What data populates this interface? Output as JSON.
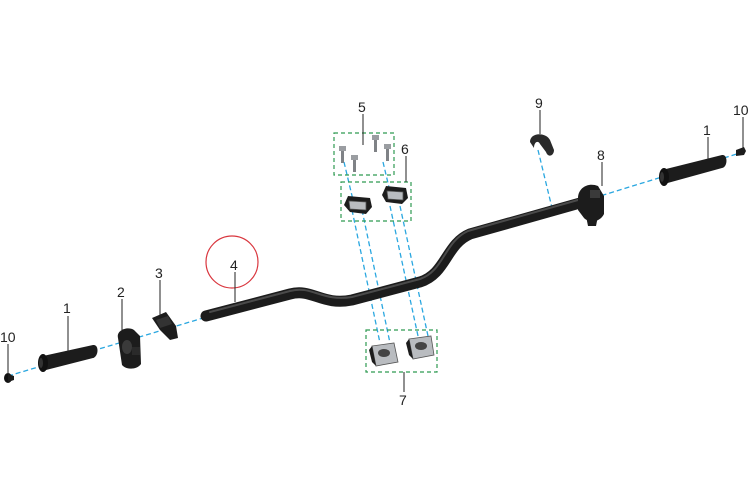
{
  "diagram": {
    "type": "exploded-parts-view",
    "callouts": {
      "c1_left": "1",
      "c1_right": "1",
      "c2": "2",
      "c3": "3",
      "c4": "4",
      "c5": "5",
      "c6": "6",
      "c7": "7",
      "c8": "8",
      "c9": "9",
      "c10_left": "10",
      "c10_right": "10"
    },
    "colors": {
      "part": "#1c1c1c",
      "axis_line": "#2aa7e0",
      "group_box": "#2e9a52",
      "highlight_circle": "#d9363e",
      "metal": "#b9bcc0"
    }
  }
}
